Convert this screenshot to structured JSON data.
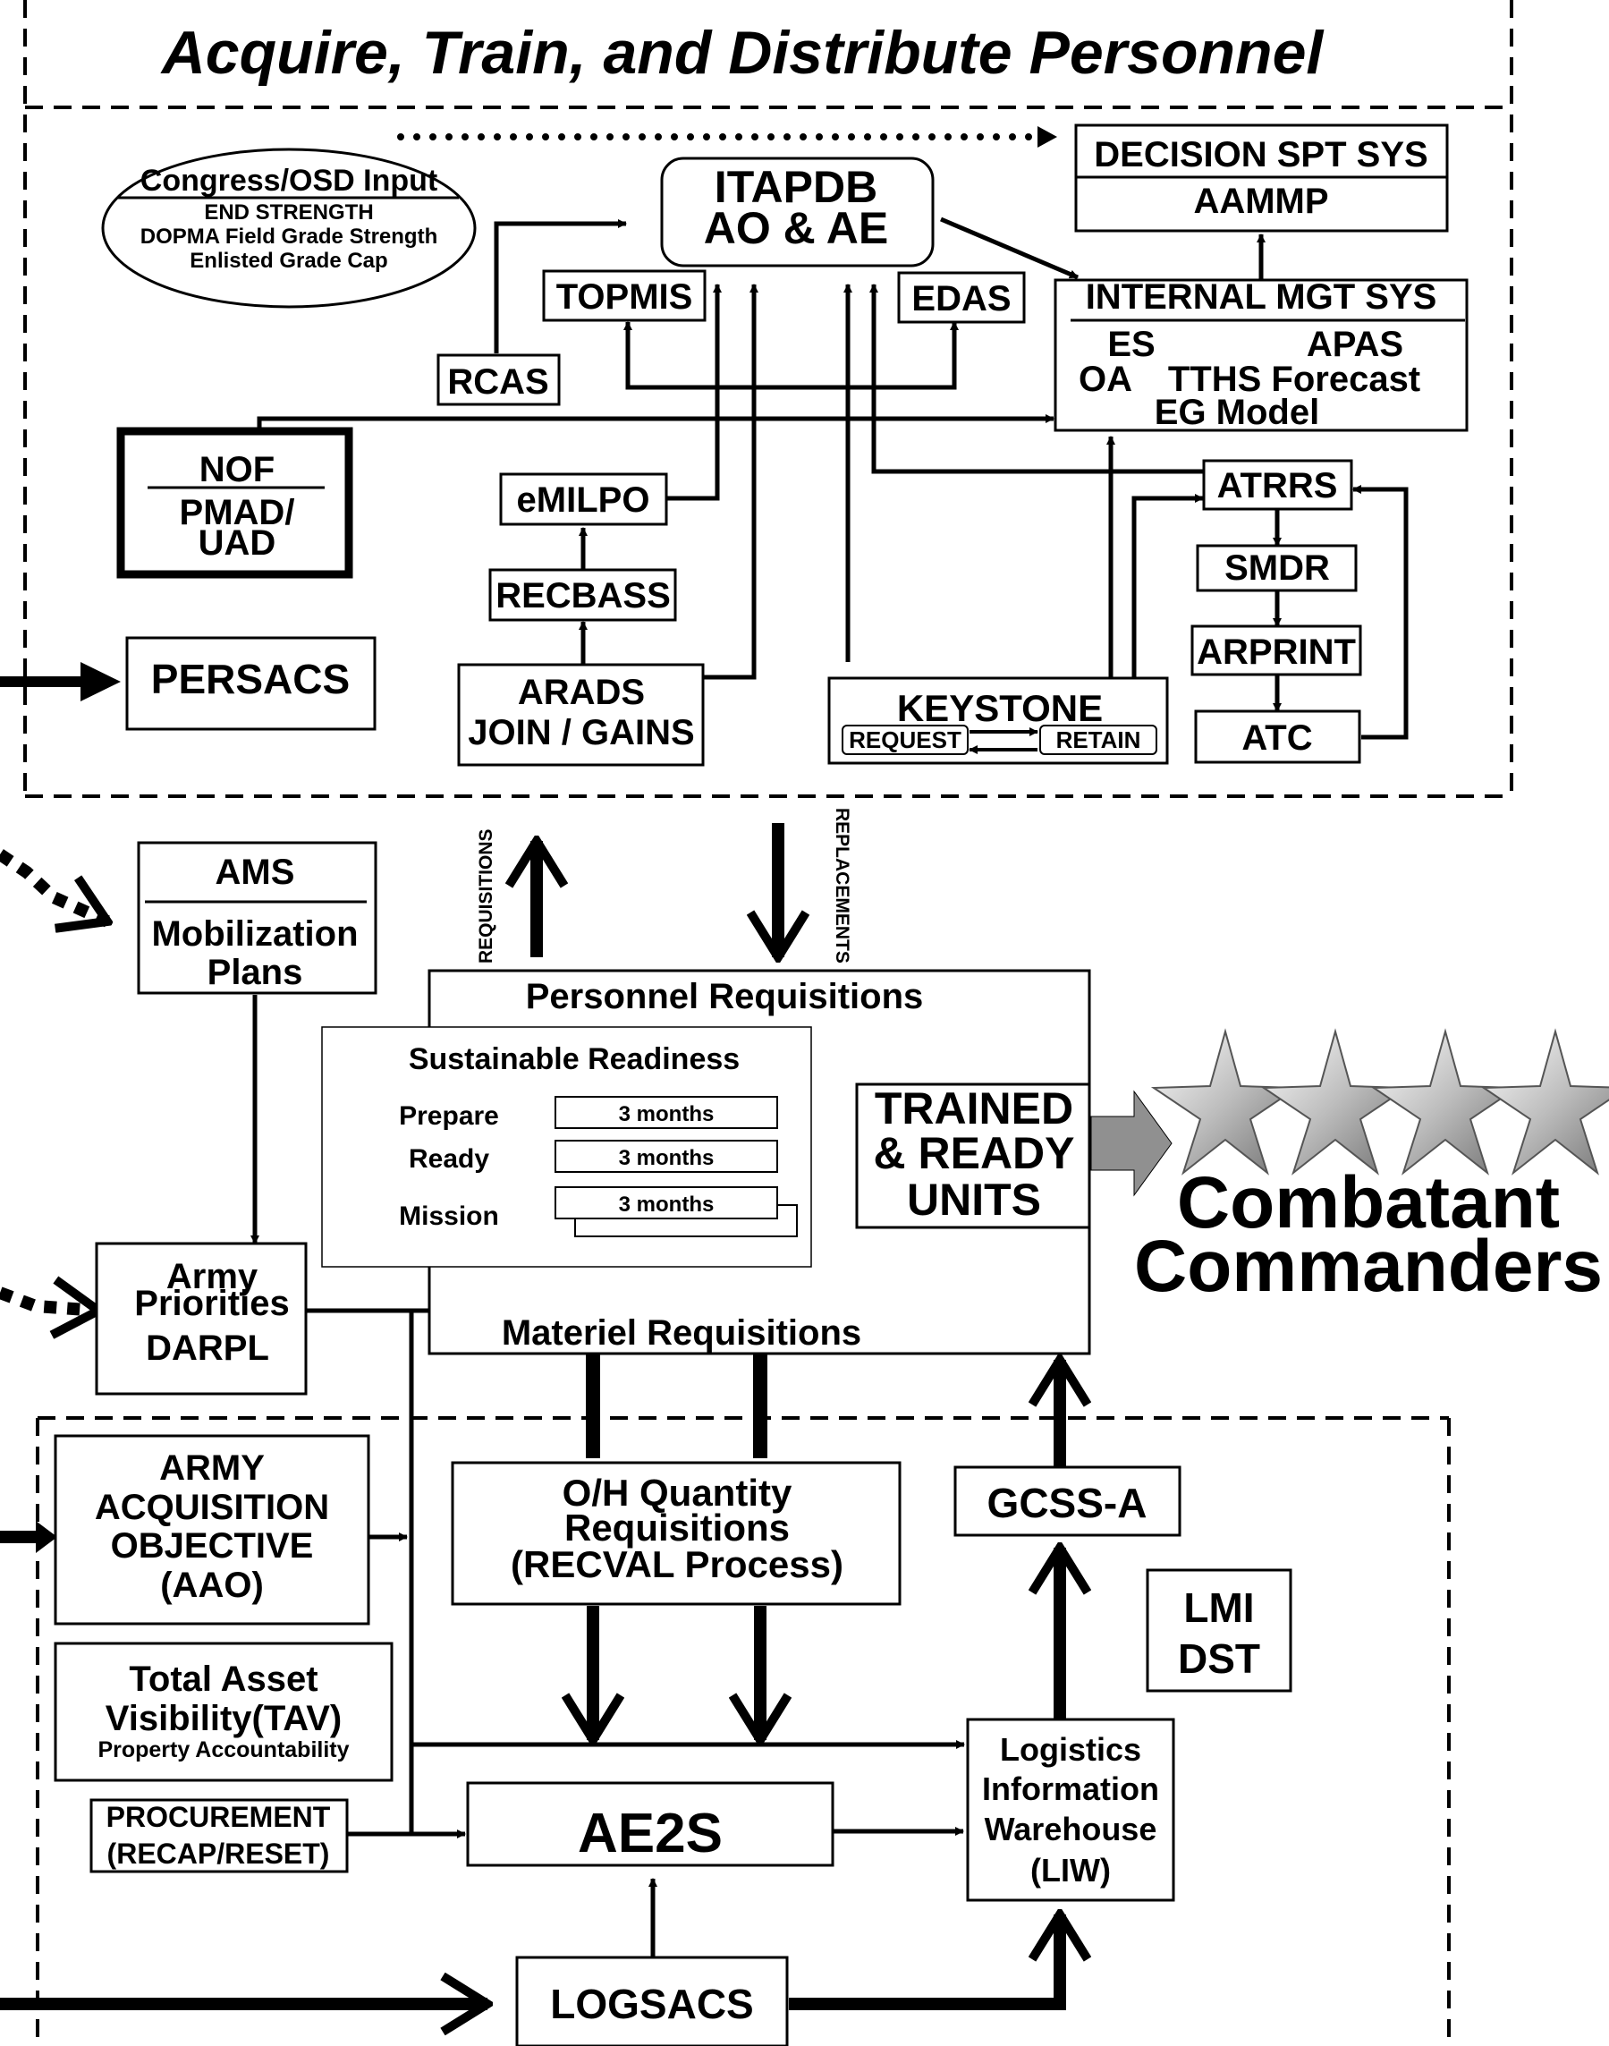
{
  "title": "Acquire, Train, and Distribute Personnel",
  "congress": {
    "title": "Congress/OSD Input",
    "line1": "END STRENGTH",
    "line2": "DOPMA Field Grade Strength",
    "line3": "Enlisted Grade Cap"
  },
  "itapdb": {
    "line1": "ITAPDB",
    "line2": "AO & AE"
  },
  "decision": {
    "line1": "DECISION SPT SYS",
    "line2": "AAMMP"
  },
  "topmis": "TOPMIS",
  "edas": "EDAS",
  "rcas": "RCAS",
  "internal": {
    "title": "INTERNAL MGT SYS",
    "es": "ES",
    "apas": "APAS",
    "oa": "OA",
    "tths": "TTHS Forecast",
    "eg": "EG Model"
  },
  "nof": {
    "line1": "NOF",
    "line2": "PMAD/",
    "line3": "UAD"
  },
  "emilpo": "eMILPO",
  "recbass": "RECBASS",
  "arads": {
    "line1": "ARADS",
    "line2": "JOIN / GAINS"
  },
  "persacs": "PERSACS",
  "keystone": {
    "title": "KEYSTONE",
    "request": "REQUEST",
    "retain": "RETAIN"
  },
  "atrrs": "ATRRS",
  "smdr": "SMDR",
  "arprint": "ARPRINT",
  "atc": "ATC",
  "ams": {
    "line1": "AMS",
    "line2": "Mobilization",
    "line3": "Plans"
  },
  "requisitions_label": "REQUISITIONS",
  "replacements_label": "REPLACEMENTS",
  "personnel_requisitions": "Personnel Requisitions",
  "readiness": {
    "title": "Sustainable Readiness",
    "phases": [
      {
        "label": "Prepare",
        "duration": "3 months"
      },
      {
        "label": "Ready",
        "duration": "3 months"
      },
      {
        "label": "Mission",
        "duration": "3 months"
      }
    ]
  },
  "trained": {
    "line1": "TRAINED",
    "line2": "& READY",
    "line3": "UNITS"
  },
  "combatant": {
    "line1": "Combatant",
    "line2": "Commanders"
  },
  "army_priorities": {
    "line1": "Army",
    "line2": "Priorities",
    "line3": "DARPL"
  },
  "materiel_requisitions": "Materiel Requisitions",
  "aao": {
    "line1": "ARMY",
    "line2": "ACQUISITION",
    "line3": "OBJECTIVE",
    "line4": "(AAO)"
  },
  "oh": {
    "line1": "O/H Quantity",
    "line2": "Requisitions",
    "line3": "(RECVAL Process)"
  },
  "gcss": "GCSS-A",
  "lmi": {
    "line1": "LMI",
    "line2": "DST"
  },
  "tav": {
    "line1": "Total Asset",
    "line2": "Visibility(TAV)",
    "line3": "Property Accountability"
  },
  "procurement": {
    "line1": "PROCUREMENT",
    "line2": "(RECAP/RESET)"
  },
  "ae2s": "AE2S",
  "liw": {
    "line1": "Logistics",
    "line2": "Information",
    "line3": "Warehouse",
    "line4": "(LIW)"
  },
  "logsacs": "LOGSACS",
  "colors": {
    "ink": "#000000",
    "arrow_fill": "#909090",
    "star_silver": "#d0d0d0"
  }
}
